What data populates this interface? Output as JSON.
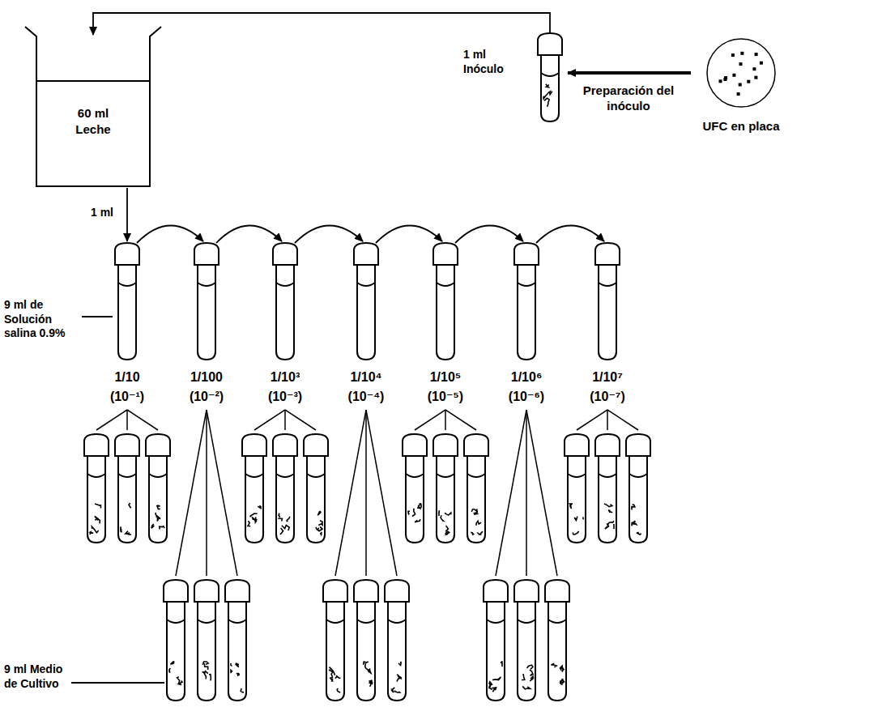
{
  "diagram": {
    "nodes": [
      {
        "text": [
          "60 ml Leche"
        ]
      },
      {
        "text": [
          "1 ml Inóculo"
        ]
      },
      {
        "text": [
          "UFC en placa"
        ]
      },
      {
        "text": [
          "1/10",
          "(10⁻¹)"
        ]
      },
      {
        "text": [
          "1/100",
          "(10⁻²)"
        ]
      },
      {
        "text": [
          "1/10³",
          "(10⁻³)"
        ]
      },
      {
        "text": [
          "1/10⁴",
          "(10⁻⁴)"
        ]
      },
      {
        "text": [
          "1/10⁵",
          "(10⁻⁵)"
        ]
      },
      {
        "text": [
          "1/10⁶",
          "(10⁻⁶)"
        ]
      },
      {
        "text": [
          "1/10⁷",
          "(10⁻⁷)"
        ]
      }
    ],
    "edges": [
      {
        "from": 2,
        "to": 1,
        "arrow": "to",
        "label": "Preparación del inóculo"
      },
      {
        "from": 1,
        "to": 0,
        "arrow": "to"
      },
      {
        "from": 0,
        "to": 3,
        "arrow": "to",
        "label": "1 ml"
      },
      {
        "from": 3,
        "to": 4,
        "arrow": "to"
      },
      {
        "from": 4,
        "to": 5,
        "arrow": "to"
      },
      {
        "from": 5,
        "to": 6,
        "arrow": "to"
      },
      {
        "from": 6,
        "to": 7,
        "arrow": "to"
      },
      {
        "from": 7,
        "to": 8,
        "arrow": "to"
      },
      {
        "from": 8,
        "to": 9,
        "arrow": "to"
      }
    ],
    "labels": [
      "9 ml de Solución salina 0.9%",
      "9 ml Medio de Cultivo"
    ]
  }
}
